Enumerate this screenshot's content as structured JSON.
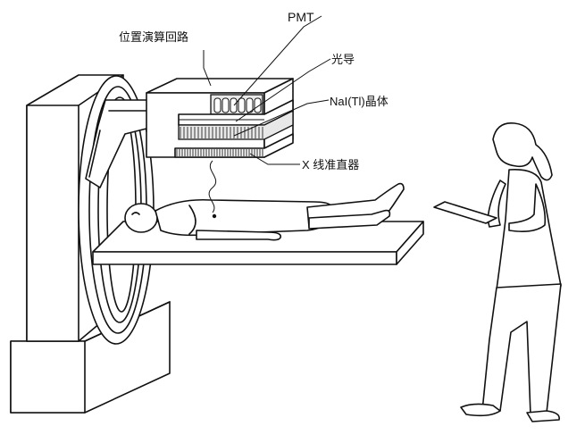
{
  "labels": {
    "pmt": "PMT",
    "position_circuit": "位置演算回路",
    "light_guide": "光导",
    "crystal": "NaI(Tl)晶体",
    "collimator": "X 线准直器"
  }
}
